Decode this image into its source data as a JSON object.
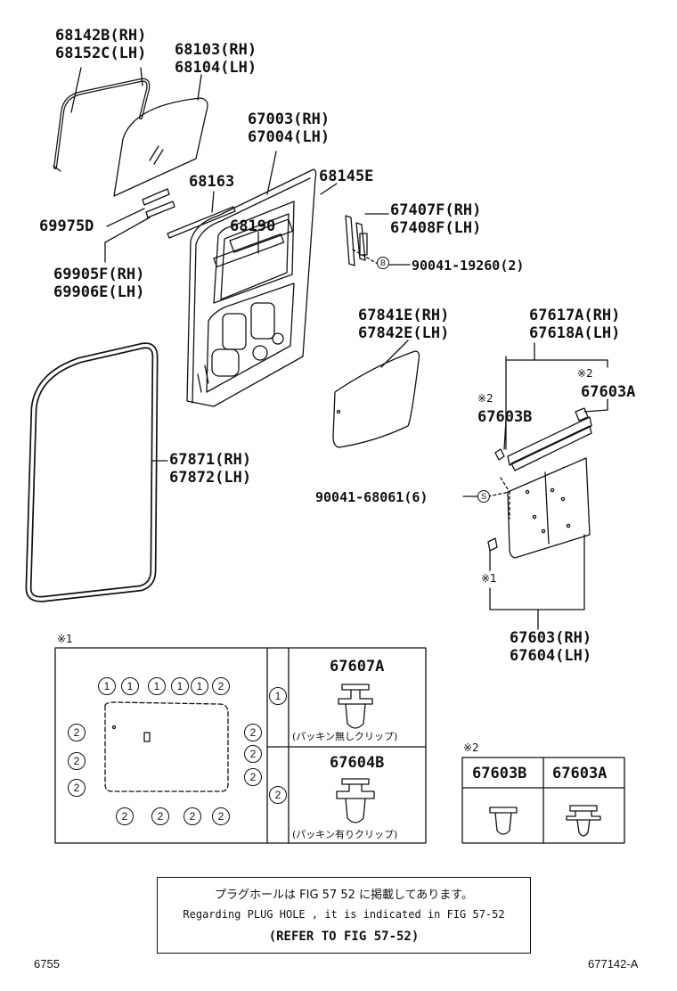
{
  "labels": {
    "p68142b": "68142B(RH)",
    "p68152c": "68152C(LH)",
    "p68103": "68103(RH)",
    "p68104": "68104(LH)",
    "p67003": "67003(RH)",
    "p67004": "67004(LH)",
    "p68163": "68163",
    "p68145e": "68145E",
    "p69975d": "69975D",
    "p68190": "68190",
    "p67407f": "67407F(RH)",
    "p67408f": "67408F(LH)",
    "p90041_19260": "90041-19260(2)",
    "p69905f": "69905F(RH)",
    "p69906e": "69906E(LH)",
    "p67841e": "67841E(RH)",
    "p67842e": "67842E(LH)",
    "p67617a": "67617A(RH)",
    "p67618a": "67618A(LH)",
    "p67603a": "67603A",
    "p67603b": "67603B",
    "p67871": "67871(RH)",
    "p67872": "67872(LH)",
    "p90041_68061": "90041-68061(6)",
    "p67603": "67603(RH)",
    "p67604": "67604(LH)"
  },
  "marks": {
    "b": "B",
    "s": "S",
    "ref1": "※1",
    "ref2": "※2"
  },
  "detail_box_1": {
    "ref": "※1",
    "circle_1": "1",
    "circle_2": "2",
    "clip_1_part": "67607A",
    "clip_1_caption": "(パッキン無しクリップ)",
    "clip_2_part": "67604B",
    "clip_2_caption": "(パッキン有りクリップ)"
  },
  "detail_box_2": {
    "ref": "※2",
    "col_1": "67603B",
    "col_2": "67603A"
  },
  "note": {
    "line_jp": "プラグホールは FIG 57 52 に掲載してあります。",
    "line_en": "Regarding PLUG HOLE , it is indicated in FIG 57-52",
    "line_ref": "(REFER TO FIG 57-52)"
  },
  "footer": {
    "left": "6755",
    "right": "677142-A"
  }
}
